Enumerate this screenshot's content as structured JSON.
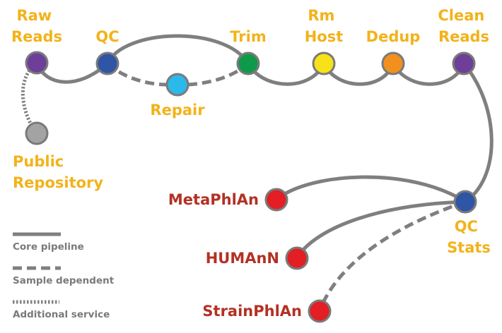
{
  "nodes": [
    {
      "id": "raw",
      "label_lines": [
        "Raw",
        "Reads"
      ],
      "color": "#6d3f99",
      "kind": "step"
    },
    {
      "id": "qc",
      "label_lines": [
        "QC"
      ],
      "color": "#2e55a6",
      "kind": "step"
    },
    {
      "id": "repair",
      "label_lines": [
        "Repair"
      ],
      "color": "#2bb8ea",
      "kind": "step"
    },
    {
      "id": "trim",
      "label_lines": [
        "Trim"
      ],
      "color": "#0f9a4a",
      "kind": "step"
    },
    {
      "id": "rmhost",
      "label_lines": [
        "Rm",
        "Host"
      ],
      "color": "#f7e21a",
      "kind": "step"
    },
    {
      "id": "dedup",
      "label_lines": [
        "Dedup"
      ],
      "color": "#f2901e",
      "kind": "step"
    },
    {
      "id": "clean",
      "label_lines": [
        "Clean",
        "Reads"
      ],
      "color": "#6d3f99",
      "kind": "step"
    },
    {
      "id": "public",
      "label_lines": [
        "Public",
        "Repository"
      ],
      "color": "#a3a3a3",
      "kind": "step"
    },
    {
      "id": "qcstats",
      "label_lines": [
        "QC",
        "Stats"
      ],
      "color": "#2e55a6",
      "kind": "step"
    },
    {
      "id": "metaphlan",
      "label_lines": [
        "MetaPhlAn"
      ],
      "color": "#e31e24",
      "kind": "tool"
    },
    {
      "id": "humann",
      "label_lines": [
        "HUMAnN"
      ],
      "color": "#e31e24",
      "kind": "tool"
    },
    {
      "id": "strainphlan",
      "label_lines": [
        "StrainPhlAn"
      ],
      "color": "#e31e24",
      "kind": "tool"
    }
  ],
  "edges": [
    {
      "from": "raw",
      "to": "qc",
      "style": "core"
    },
    {
      "from": "qc",
      "to": "trim",
      "style": "core"
    },
    {
      "from": "qc",
      "to": "repair",
      "style": "sample"
    },
    {
      "from": "repair",
      "to": "trim",
      "style": "sample"
    },
    {
      "from": "trim",
      "to": "rmhost",
      "style": "core"
    },
    {
      "from": "rmhost",
      "to": "dedup",
      "style": "core"
    },
    {
      "from": "dedup",
      "to": "clean",
      "style": "core"
    },
    {
      "from": "clean",
      "to": "qcstats",
      "style": "core"
    },
    {
      "from": "raw",
      "to": "public",
      "style": "additional"
    },
    {
      "from": "qcstats",
      "to": "metaphlan",
      "style": "core"
    },
    {
      "from": "qcstats",
      "to": "humann",
      "style": "core"
    },
    {
      "from": "qcstats",
      "to": "strainphlan",
      "style": "sample"
    }
  ],
  "legend": {
    "core": "Core pipeline",
    "sample": "Sample dependent",
    "additional": "Additional service"
  },
  "colors": {
    "step_label": "#f2b31a",
    "tool_label": "#b33124",
    "edge": "#7f7f7f",
    "node_outline": "#7a7a7a",
    "legend_text": "#7a7a7a"
  }
}
